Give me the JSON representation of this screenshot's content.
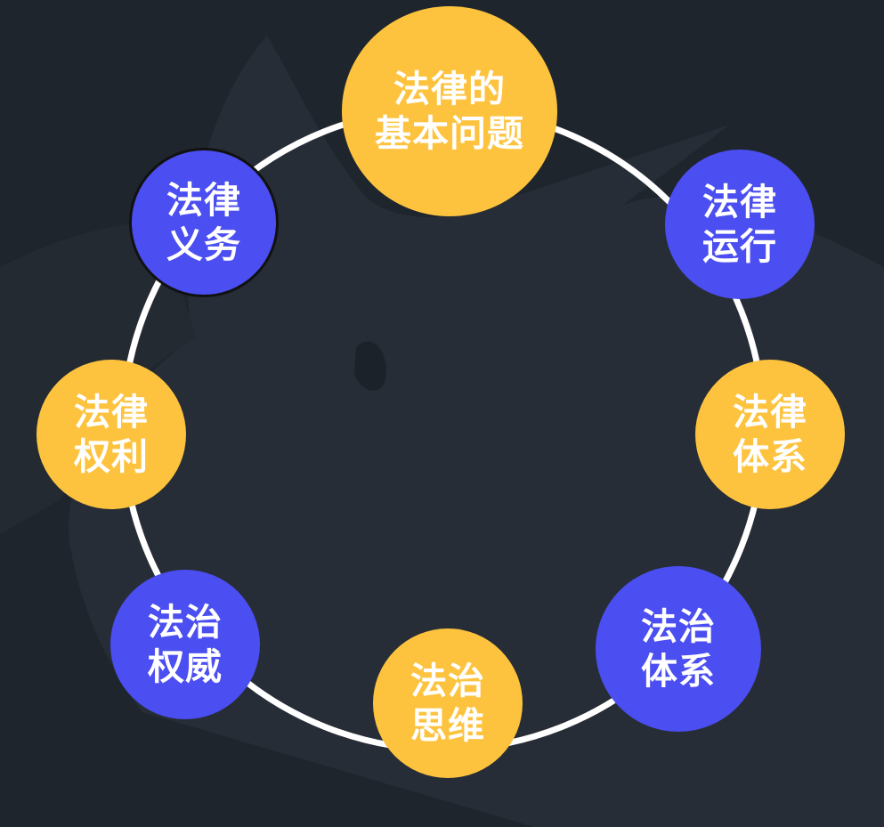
{
  "diagram": {
    "center": {
      "label": "法律的\n基本问题",
      "color": "#fdc33e"
    },
    "nodes": [
      {
        "id": "yiwu",
        "label": "法律\n义务",
        "color": "#4b4ef0"
      },
      {
        "id": "yunxing",
        "label": "法律\n运行",
        "color": "#4b4ef0"
      },
      {
        "id": "quanli",
        "label": "法律\n权利",
        "color": "#fdc33e"
      },
      {
        "id": "tixi1",
        "label": "法律\n体系",
        "color": "#fdc33e"
      },
      {
        "id": "quanwei",
        "label": "法治\n权威",
        "color": "#4b4ef0"
      },
      {
        "id": "tixi2",
        "label": "法治\n体系",
        "color": "#4b4ef0"
      },
      {
        "id": "siwei",
        "label": "法治\n思维",
        "color": "#fdc33e"
      }
    ],
    "ring_color": "#ffffff",
    "background": "#1f252d"
  }
}
